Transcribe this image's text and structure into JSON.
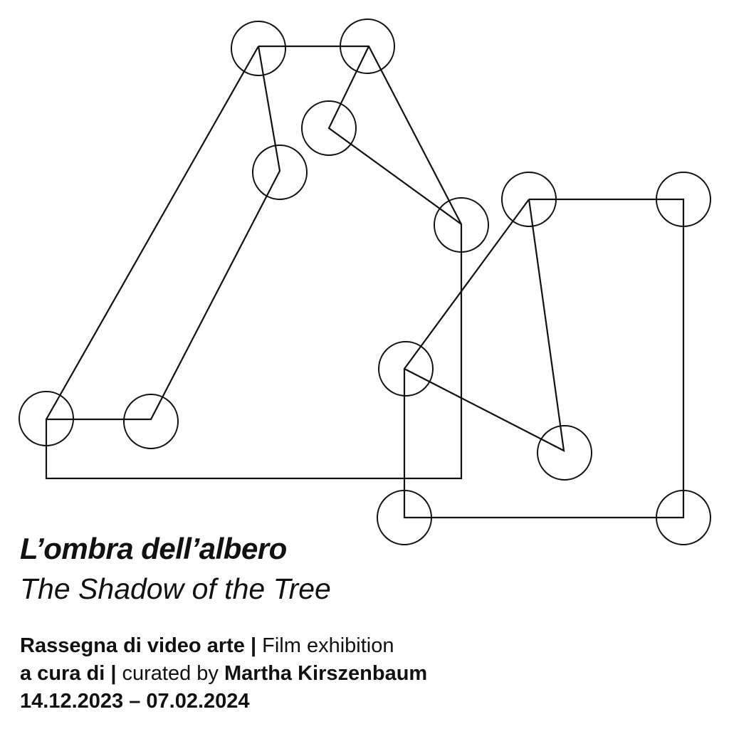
{
  "title_italian": "L’ombra dell’albero",
  "title_english": "The Shadow of the Tree",
  "line1": {
    "bold": "Rassegna di video arte |",
    "regular": " Film exhibition"
  },
  "line2": {
    "bold": "a cura di |",
    "regular": " curated by ",
    "curator": "Martha Kirszenbaum"
  },
  "dates": "14.12.2023 – 07.02.2024",
  "colors": {
    "ink": "#111111",
    "background": "#ffffff"
  }
}
